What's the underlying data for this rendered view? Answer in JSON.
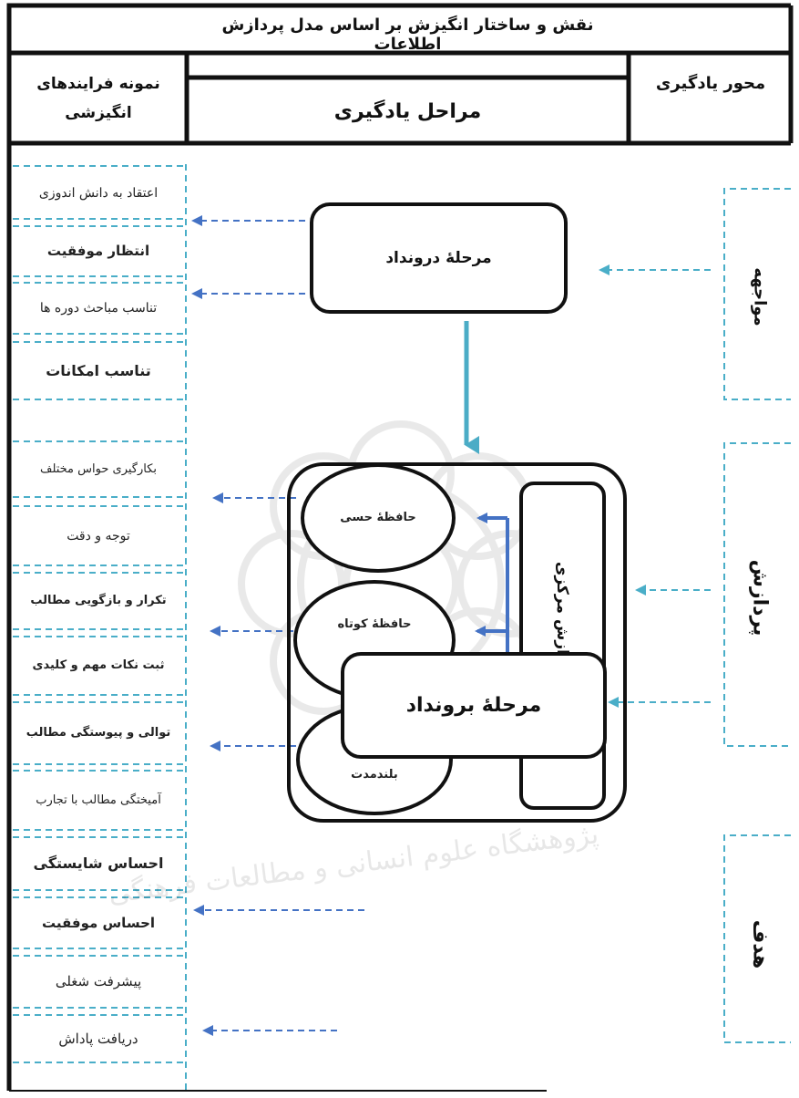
{
  "title": "نقش و ساختار انگیزش بر اساس مدل پردازش اطلاعات",
  "header": {
    "left": "نمونه فرایندهای انگیزشی",
    "middle": "مراحل یادگیری",
    "right": "محور یادگیری"
  },
  "axes": [
    "مواجهه",
    "پردازش",
    "هدف"
  ],
  "stages": {
    "input": "مرحلۀ درونداد",
    "central": "مرحلۀ پردازش مرکزی",
    "output": "مرحلۀ برونداد"
  },
  "memories": {
    "sensory": "حافظۀ حسی",
    "short_term": "حافظۀ کوتاه مدت",
    "long_term": "حافظۀ بلندمدت"
  },
  "processes": [
    {
      "label": "اعتقاد به دانش اندوزی",
      "bold": false
    },
    {
      "label": "انتظار موفقیت",
      "bold": true
    },
    {
      "label": "تناسب مباحث دوره ها",
      "bold": false
    },
    {
      "label": "تناسب امکانات",
      "bold": true
    },
    {
      "label": "بکارگیری حواس مختلف",
      "bold": false
    },
    {
      "label": "توجه و دقت",
      "bold": false
    },
    {
      "label": "تکرار و بازگویی مطالب",
      "bold": true
    },
    {
      "label": "ثبت نکات مهم و کلیدی",
      "bold": true
    },
    {
      "label": "توالی و پیوستگی مطالب",
      "bold": true
    },
    {
      "label": "آمیختگی مطالب با تجارب",
      "bold": false
    },
    {
      "label": "احساس شایستگی",
      "bold": true
    },
    {
      "label": "احساس موفقیت",
      "bold": true
    },
    {
      "label": "پیشرفت شغلی",
      "bold": false
    },
    {
      "label": "دریافت پاداش",
      "bold": false
    }
  ],
  "watermark": "پژوهشگاه علوم انسانی و مطالعات فرهنگی",
  "colors": {
    "border": "#111111",
    "dash_blue": "#4aaec8",
    "arrow_blue": "#4472c4",
    "down_arrow": "#4bacc6"
  }
}
